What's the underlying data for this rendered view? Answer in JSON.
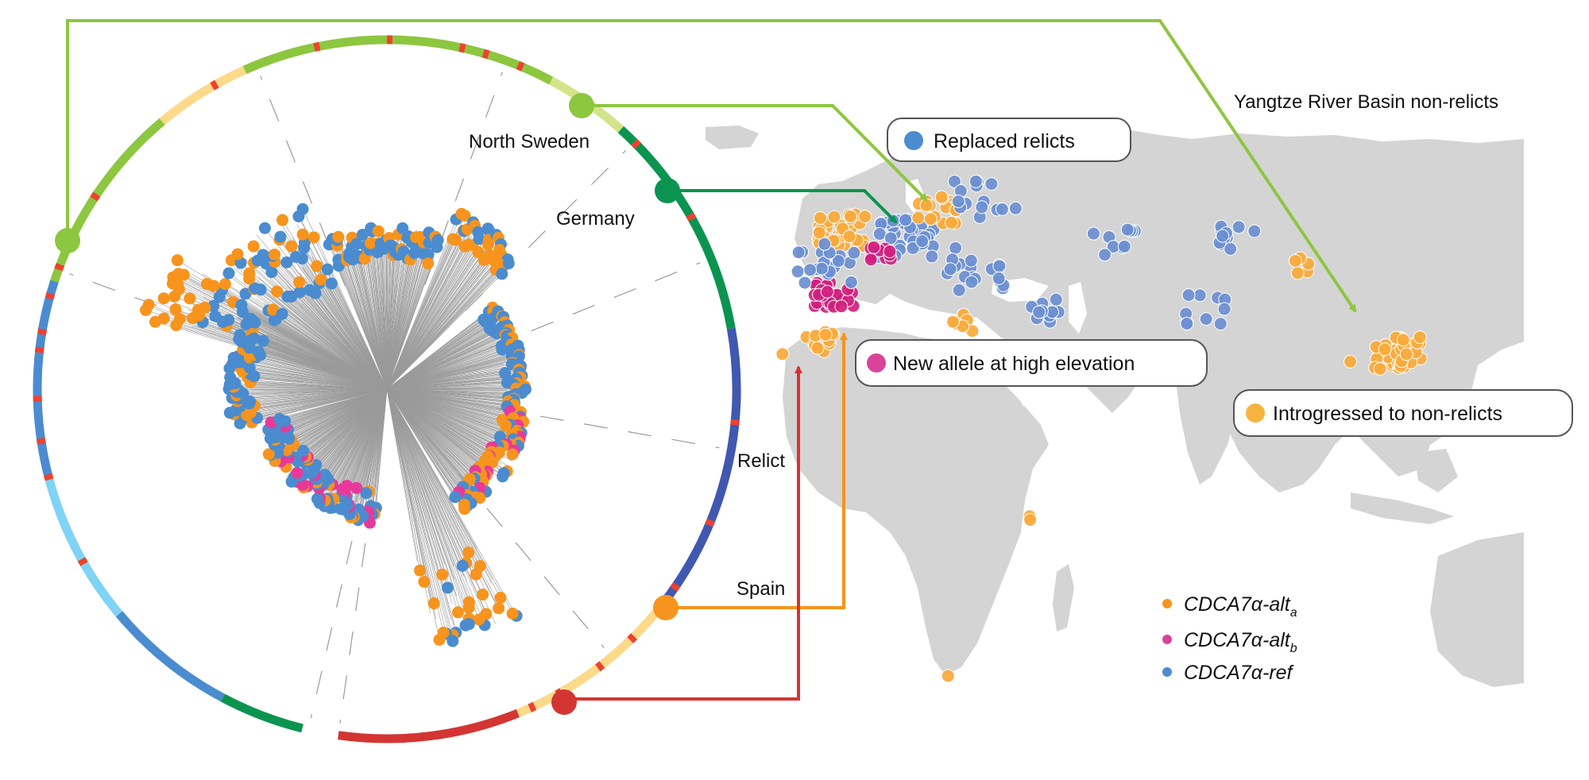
{
  "figure": {
    "clade_labels": [
      {
        "id": "north-sweden",
        "text": "North Sweden"
      },
      {
        "id": "germany",
        "text": "Germany"
      },
      {
        "id": "relict",
        "text": "Relict"
      },
      {
        "id": "spain",
        "text": "Spain"
      }
    ],
    "map_labels": {
      "yangtze": "Yangtze River Basin non-relicts"
    },
    "callouts": [
      {
        "id": "replaced-relicts",
        "text": "Replaced relicts",
        "color": "#4a8ccf"
      },
      {
        "id": "new-allele",
        "text": "New allele at high elevation",
        "color": "#d9449a"
      },
      {
        "id": "introgressed",
        "text": "Introgressed to non-relicts",
        "color": "#f8b440"
      }
    ],
    "legend": [
      {
        "id": "alt-a",
        "base": "CDCA7α-alt",
        "sub": "a",
        "color": "#f7941d"
      },
      {
        "id": "alt-b",
        "base": "CDCA7α-alt",
        "sub": "b",
        "color": "#d9449a"
      },
      {
        "id": "ref",
        "base": "CDCA7α-ref",
        "sub": "",
        "color": "#4a8ccf"
      }
    ],
    "colors": {
      "alt_a": "#f7941d",
      "alt_b": "#e8399a",
      "ref": "#4a8ccf",
      "map_ref": "#6b8fd1",
      "map_alt_a": "#f9a93a",
      "map_alt_b": "#d0207e",
      "land": "#d4d4d4",
      "branch": "#9a9a9a",
      "ring_light_green": "#8dc63f",
      "ring_pale_green": "#d4e48a",
      "ring_dark_green": "#0b9450",
      "ring_blue": "#4a8ccf",
      "ring_navy": "#4058b0",
      "ring_sky": "#7fd3f4",
      "ring_peach": "#fdd98a",
      "ring_red": "#d33533",
      "admix_red": "#ee4130",
      "arrow_light_green": "#8dc63f",
      "arrow_dark_green": "#0b9450",
      "arrow_orange": "#f7941d",
      "arrow_red": "#d33533"
    }
  }
}
